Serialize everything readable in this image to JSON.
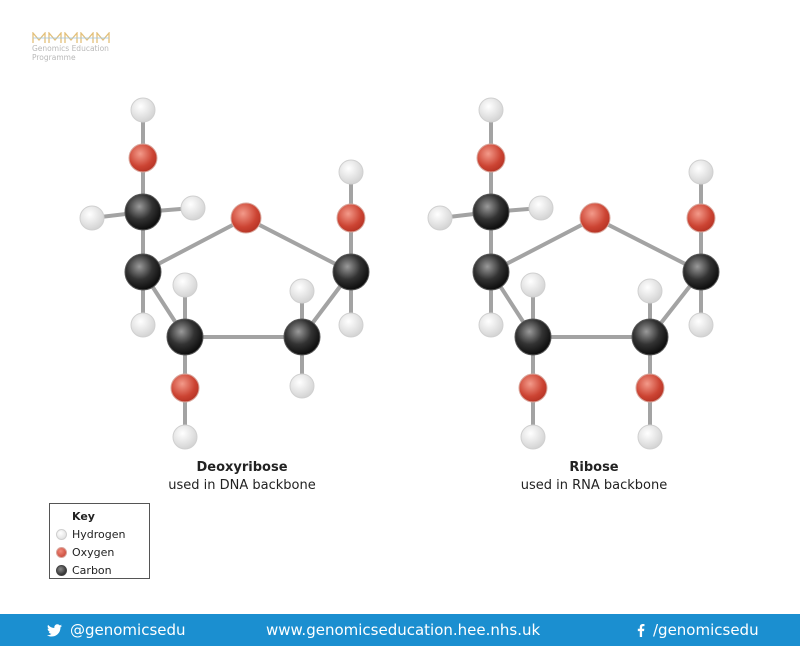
{
  "logo": {
    "line1": "Genomics Education",
    "line2": "Programme",
    "icon": "gep-logo-icon"
  },
  "molecules": [
    {
      "name": "Deoxyribose",
      "description": "used in DNA backbone"
    },
    {
      "name": "Ribose",
      "description": "used in RNA backbone"
    }
  ],
  "key": {
    "title": "Key",
    "items": [
      {
        "label": "Hydrogen",
        "color": "#e6e6e6"
      },
      {
        "label": "Oxygen",
        "color": "#c94a3a"
      },
      {
        "label": "Carbon",
        "color": "#333333"
      }
    ]
  },
  "colors": {
    "hydrogen": "#e6e6e6",
    "oxygen": "#c94a3a",
    "carbon": "#333333",
    "bond": "#a3a3a3",
    "footer": "#1b8fd0"
  },
  "footer": {
    "twitter": "@genomicsedu",
    "website": "www.genomicseducation.hee.nhs.uk",
    "facebook": "/genomicsedu",
    "twitter_icon": "twitter-icon",
    "facebook_icon": "facebook-icon"
  }
}
